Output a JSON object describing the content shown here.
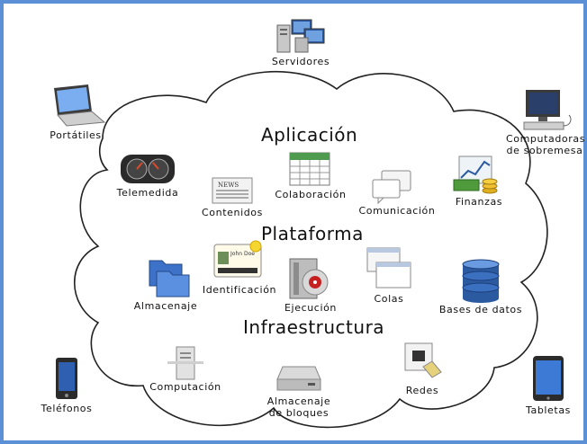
{
  "sections": {
    "application": "Aplicación",
    "platform": "Plataforma",
    "infrastructure": "Infraestructura"
  },
  "outside": {
    "servers": "Servidores",
    "laptops": "Portátiles",
    "desktops_line1": "Computadoras",
    "desktops_line2": "de sobremesa",
    "phones": "Teléfonos",
    "tablets": "Tabletas"
  },
  "application_items": {
    "telemetry": "Telemedida",
    "content": "Contenidos",
    "collaboration": "Colaboración",
    "communication": "Comunicación",
    "finance": "Finanzas",
    "news_icon_text": "NEWS"
  },
  "platform_items": {
    "storage": "Almacenaje",
    "identity": "Identificación",
    "runtime": "Ejecución",
    "queues": "Colas",
    "databases": "Bases de datos",
    "id_card_text": "John Doe"
  },
  "infrastructure_items": {
    "compute": "Computación",
    "block_storage_line1": "Almacenaje",
    "block_storage_line2": "de bloques",
    "network": "Redes"
  },
  "colors": {
    "border": "#5b8fd6",
    "cloud_stroke": "#222222",
    "text": "#111111"
  }
}
